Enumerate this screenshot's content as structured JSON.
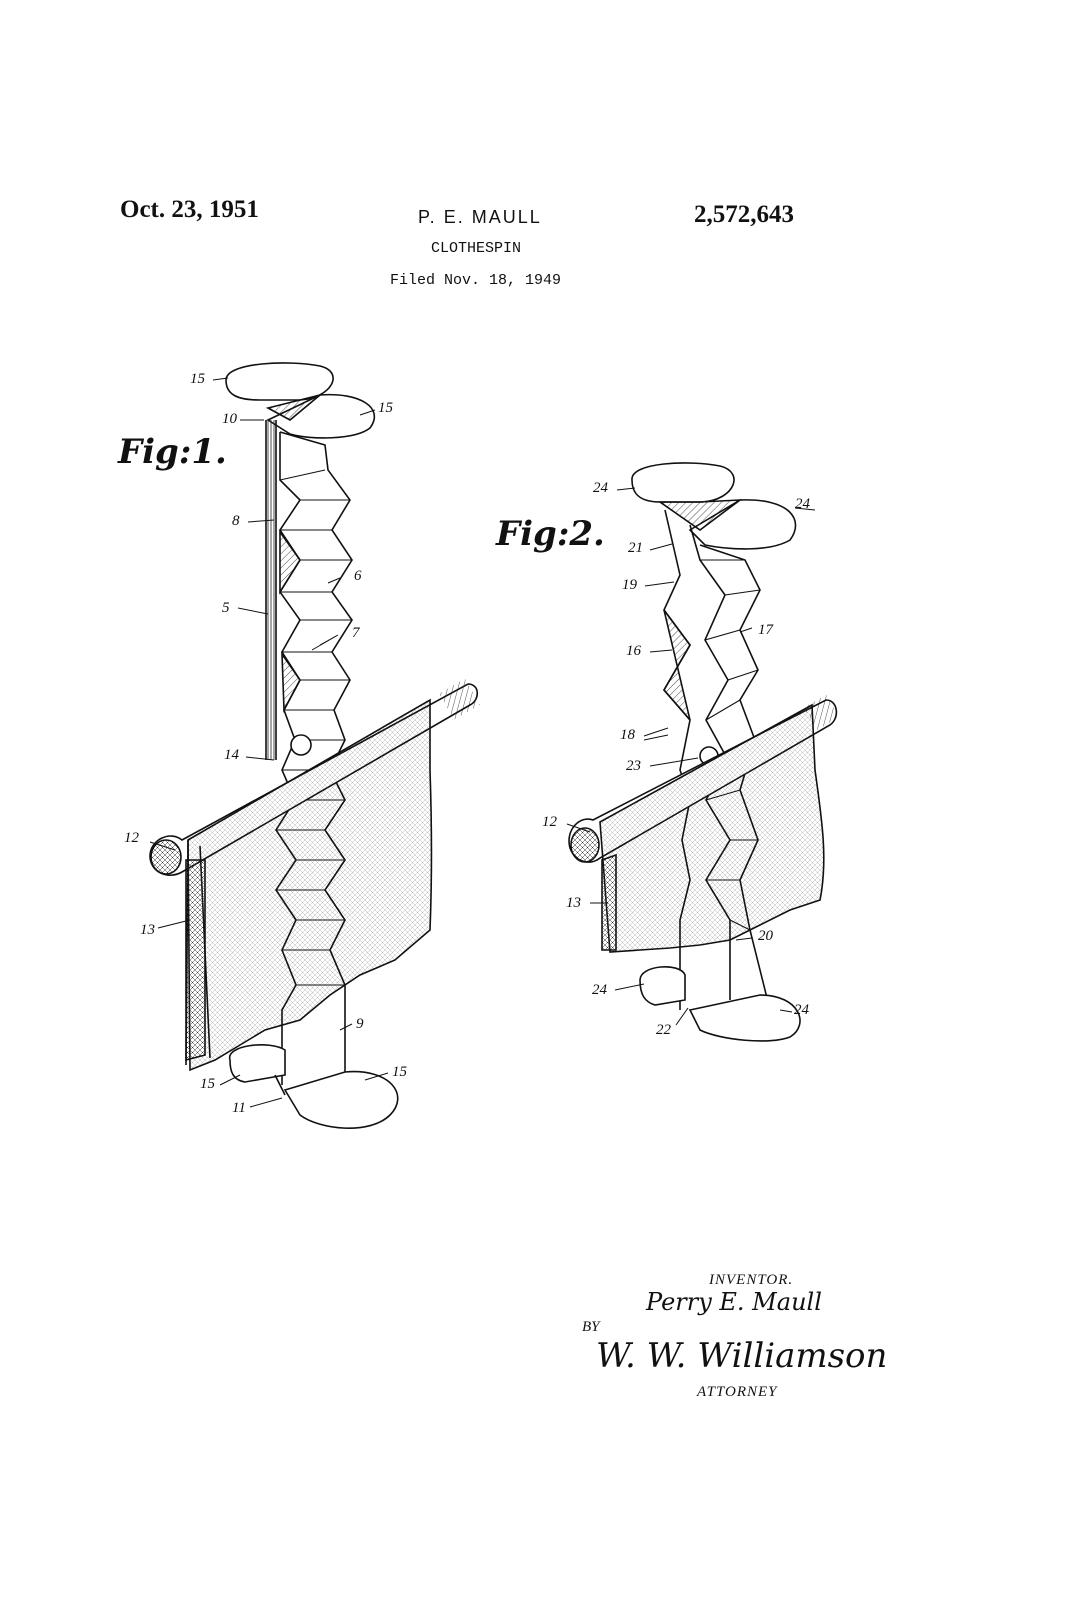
{
  "header": {
    "date": "Oct. 23, 1951",
    "inventor_name": "P. E. MAULL",
    "title": "CLOTHESPIN",
    "filed": "Filed Nov. 18, 1949",
    "patent_number": "2,572,643"
  },
  "figures": {
    "fig1": {
      "label": "Fig:1.",
      "refs": {
        "r15a": "15",
        "r10": "10",
        "r15b": "15",
        "r8": "8",
        "r6": "6",
        "r5": "5",
        "r7": "7",
        "r14": "14",
        "r12": "12",
        "r13": "13",
        "r9": "9",
        "r15c": "15",
        "r15d": "15",
        "r11": "11"
      }
    },
    "fig2": {
      "label": "Fig:2.",
      "refs": {
        "r24a": "24",
        "r24b": "24",
        "r21": "21",
        "r19": "19",
        "r17": "17",
        "r16": "16",
        "r18": "18",
        "r23": "23",
        "r12": "12",
        "r13": "13",
        "r20": "20",
        "r24c": "24",
        "r24d": "24",
        "r22": "22"
      }
    }
  },
  "signature_block": {
    "inventor_caption": "INVENTOR.",
    "inventor_signature": "Perry E. Maull",
    "by": "BY",
    "attorney_signature": "W. W. Williamson",
    "attorney_caption": "ATTORNEY"
  }
}
